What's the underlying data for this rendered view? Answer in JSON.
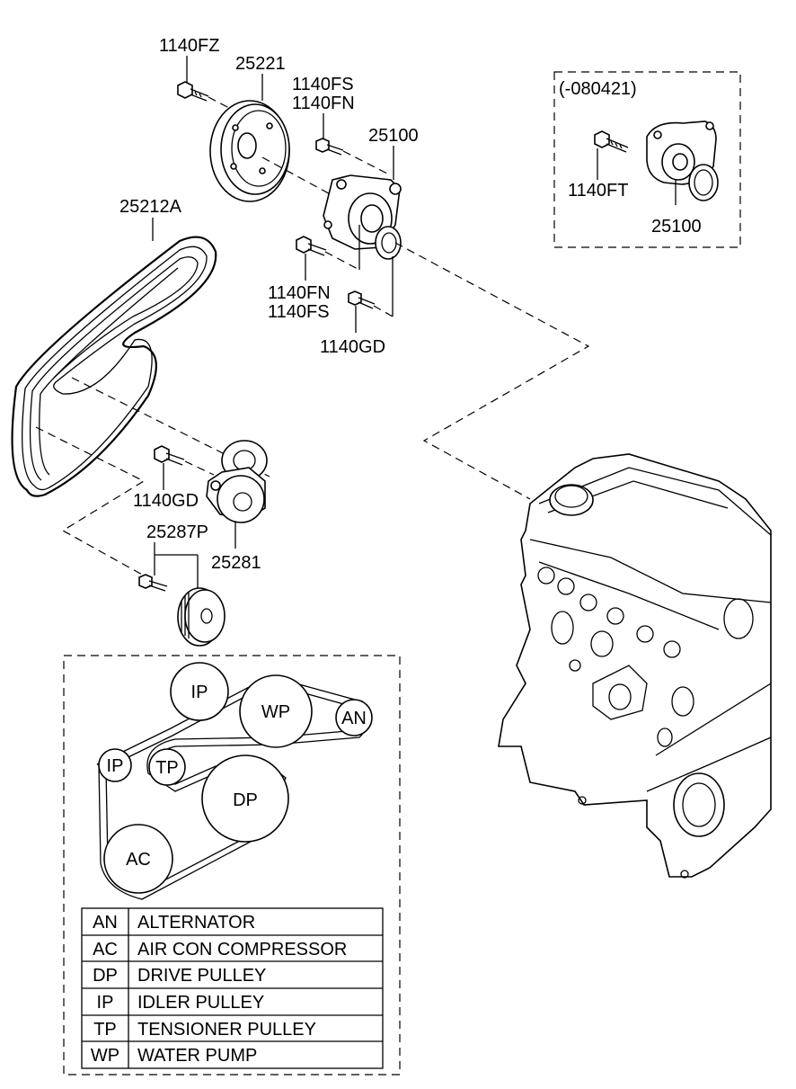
{
  "part_labels": {
    "p1140fz": "1140FZ",
    "p25221": "25221",
    "p1140fs_top": "1140FS",
    "p1140fn_top": "1140FN",
    "p25100_main": "25100",
    "p25212a": "25212A",
    "p1140fn_mid": "1140FN",
    "p1140fs_mid": "1140FS",
    "p1140gd_top": "1140GD",
    "p1140gd_low": "1140GD",
    "p25287p": "25287P",
    "p25281": "25281",
    "inset_date": "(-080421)",
    "p1140ft": "1140FT",
    "p25100_inset": "25100"
  },
  "belt_diagram": {
    "pulleys": [
      "IP",
      "WP",
      "AN",
      "IP",
      "TP",
      "DP",
      "AC"
    ]
  },
  "legend": [
    {
      "code": "AN",
      "name": "ALTERNATOR"
    },
    {
      "code": "AC",
      "name": "AIR CON COMPRESSOR"
    },
    {
      "code": "DP",
      "name": "DRIVE PULLEY"
    },
    {
      "code": "IP",
      "name": "IDLER PULLEY"
    },
    {
      "code": "TP",
      "name": "TENSIONER PULLEY"
    },
    {
      "code": "WP",
      "name": "WATER PUMP"
    }
  ]
}
